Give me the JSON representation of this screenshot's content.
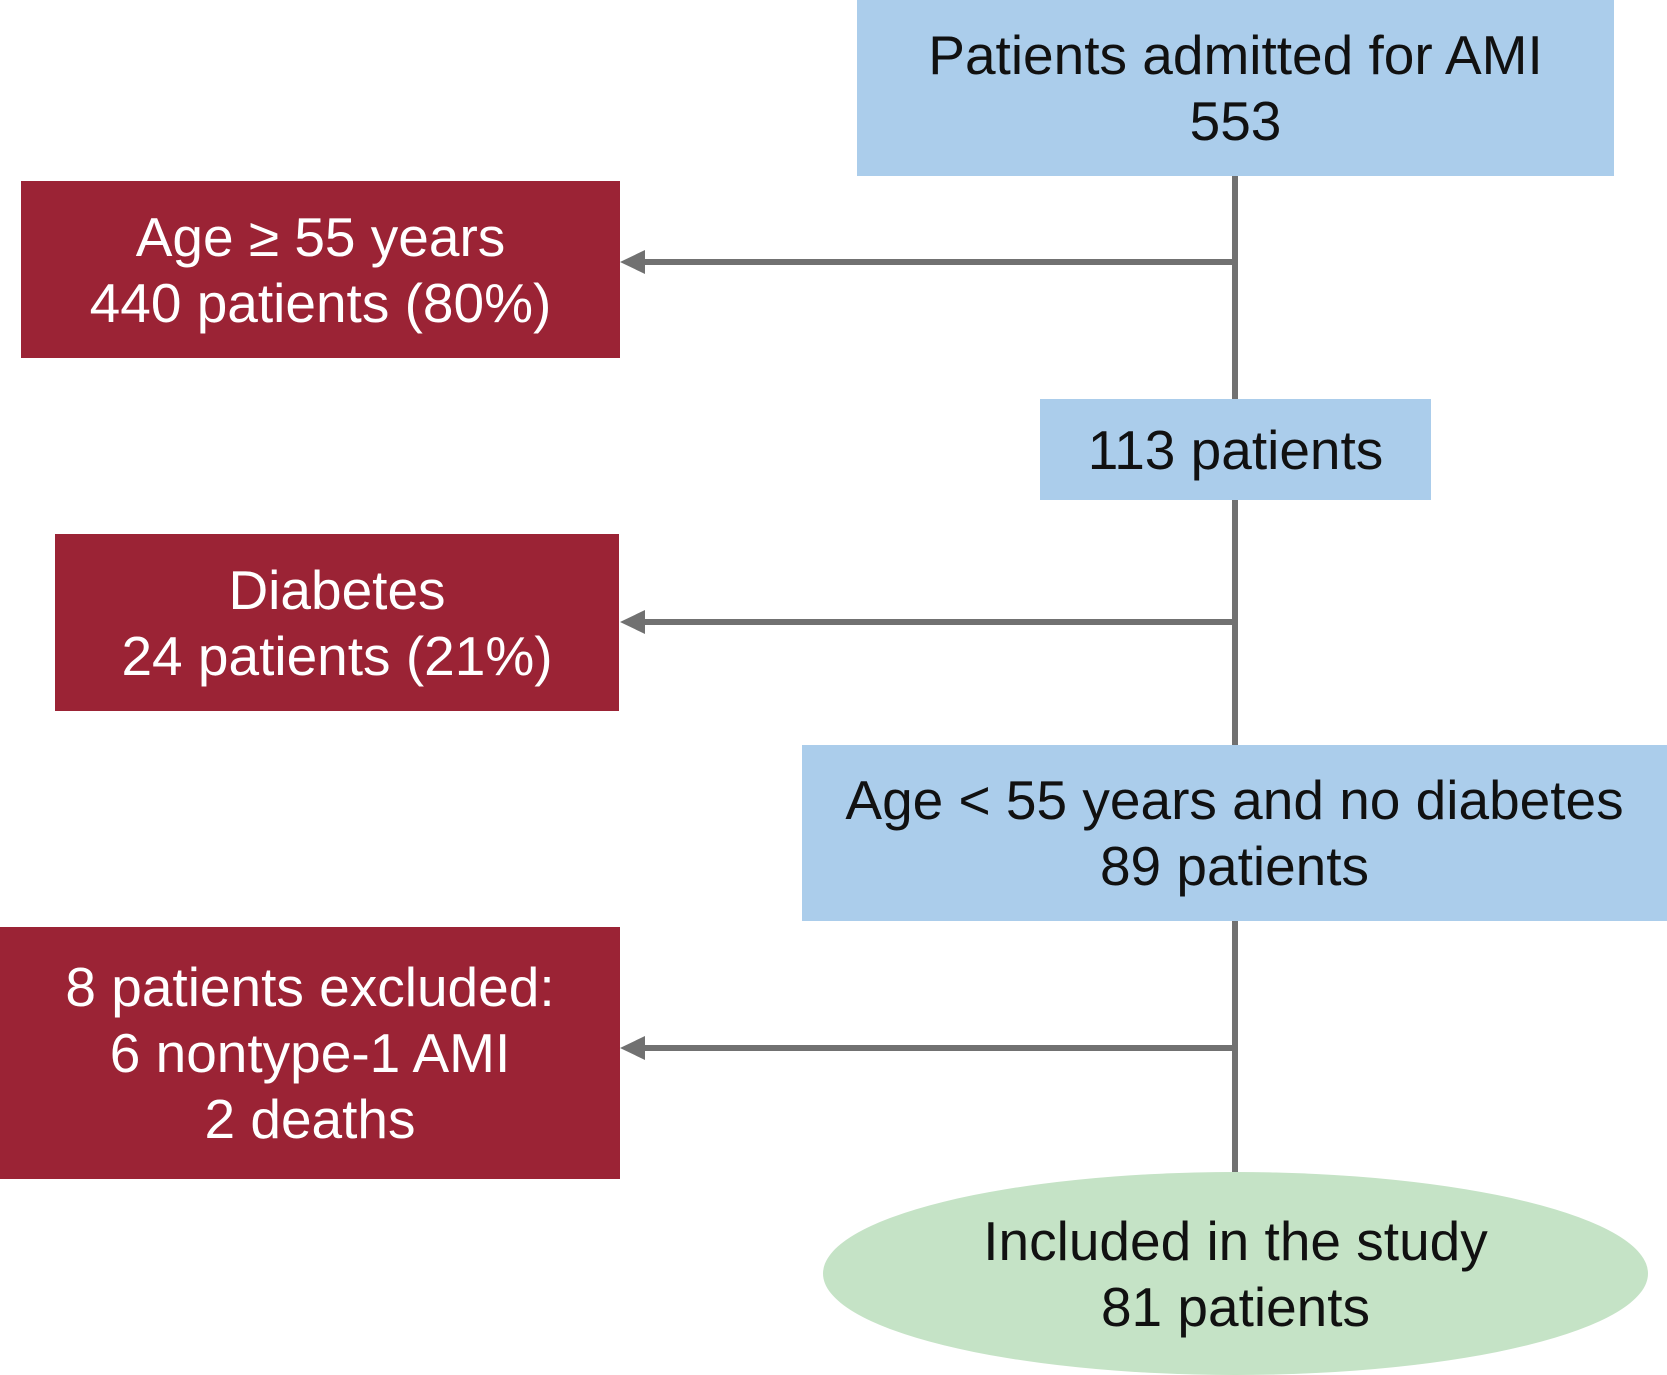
{
  "colors": {
    "flow_box": "#abcdeb",
    "exclusion_box": "#9b2335",
    "final_box": "#c5e3c6",
    "connector": "#717171"
  },
  "flow": {
    "admitted": {
      "lines": [
        "Patients admitted for AMI",
        "553"
      ]
    },
    "remaining_113": {
      "lines": [
        "113 patients"
      ]
    },
    "age_no_diabetes": {
      "lines": [
        "Age < 55 years and no diabetes",
        "89 patients"
      ]
    },
    "included": {
      "lines": [
        "Included in the study",
        "81 patients"
      ]
    }
  },
  "exclusions": {
    "age": {
      "lines": [
        "Age ≥ 55 years",
        "440 patients (80%)"
      ]
    },
    "diabetes": {
      "lines": [
        "Diabetes",
        "24 patients (21%)"
      ]
    },
    "other": {
      "lines": [
        "8 patients excluded:",
        "6 nontype-1 AMI",
        "2 deaths"
      ]
    }
  }
}
